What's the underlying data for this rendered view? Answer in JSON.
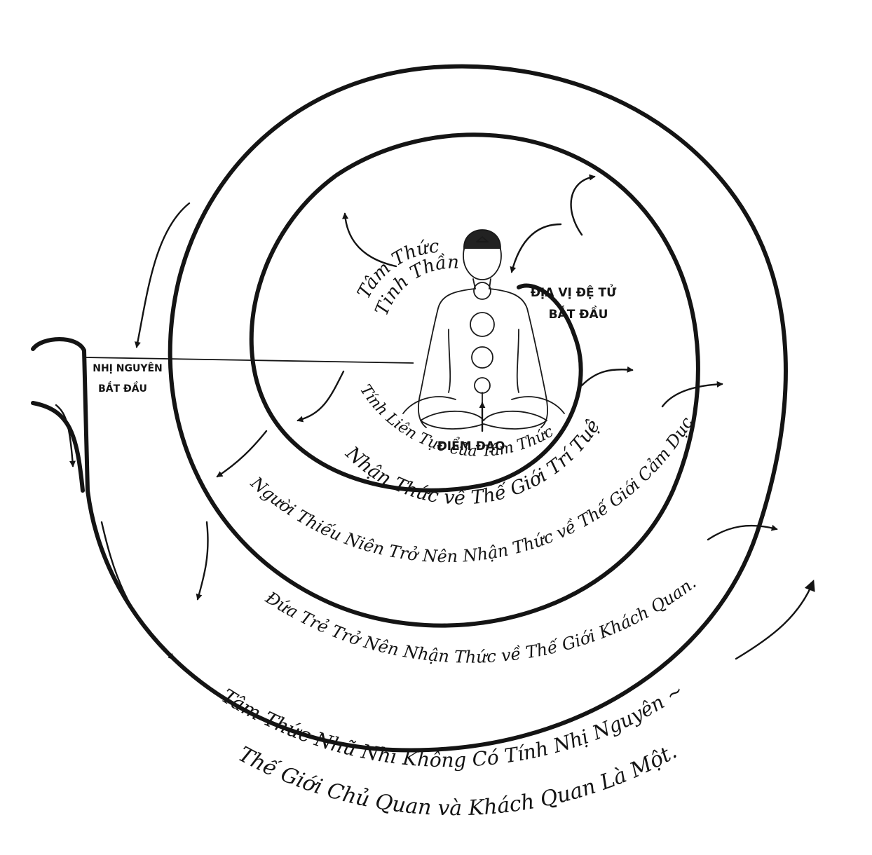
{
  "labels": {
    "spiritual_consciousness_line1": "Tâm Thức",
    "spiritual_consciousness_line2": "Tinh Thần",
    "discipleship_line1": "ĐỊA VỊ ĐỆ TỬ",
    "discipleship_line2": "BẮT ĐẦU",
    "duality_line1": "NHỊ NGUYÊN",
    "duality_line2": "BẮT ĐẦU",
    "path_point": "ĐIỂM ĐẠO",
    "continuity": "Tính Liên Tục của Tâm Thức",
    "mental_world": "Nhận Thức về Thế Giới Trí Tuệ",
    "astral_world": "Người Thiếu Niên Trở Nên Nhận Thức về Thế Giới Cảm Dục",
    "objective_world": "Đứa Trẻ Trở Nên Nhận Thức về Thế Giới Khách Quan.",
    "infant_line1": "Tâm Thức Nhũ Nhi Không Có Tính Nhị Nguyên ~",
    "infant_line2": "Thế Giới Chủ Quan và Khách Quan Là Một."
  },
  "colors": {
    "ink": "#141414",
    "paper": "#ffffff"
  },
  "icons": [
    "meditating-figure-icon",
    "chakra-lotus-icon",
    "spiral-arrow-icon"
  ]
}
